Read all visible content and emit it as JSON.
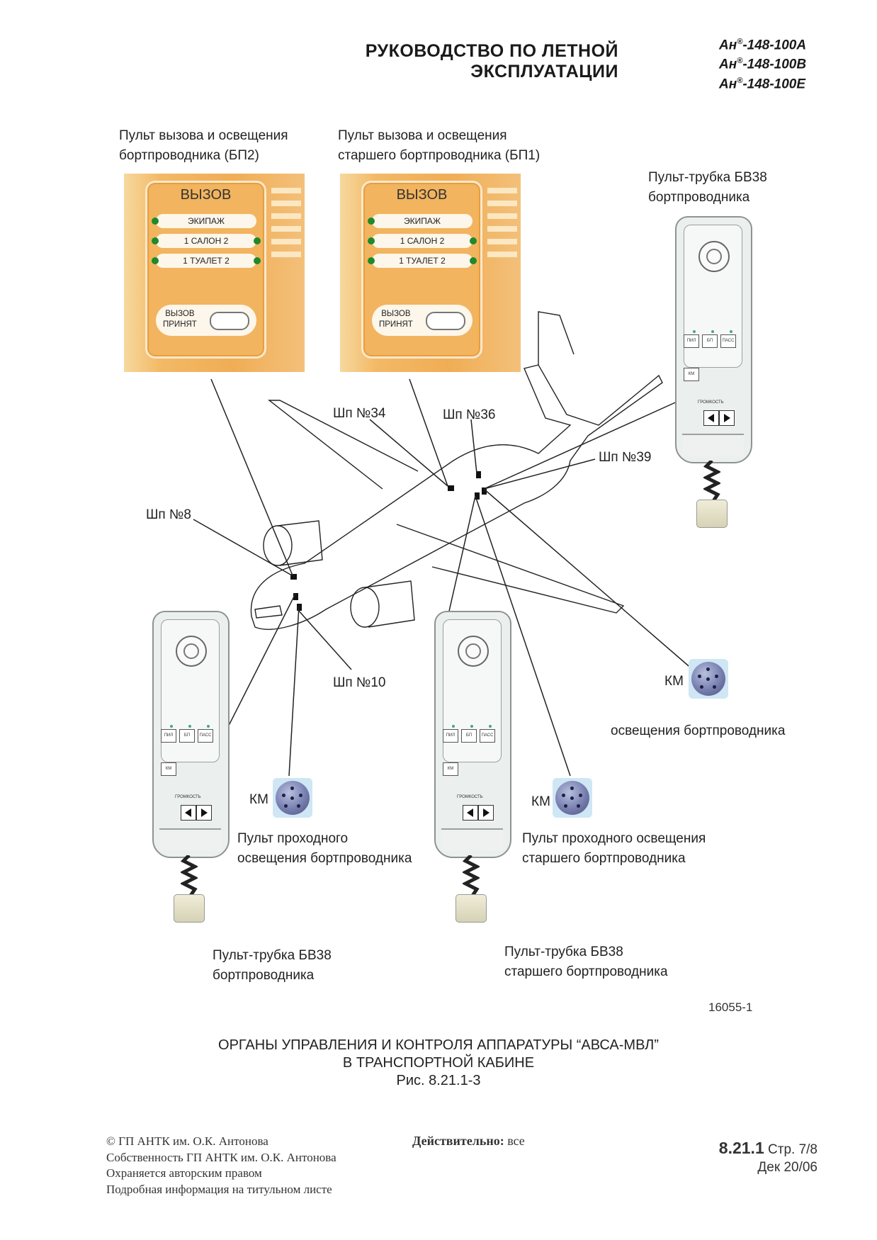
{
  "header": {
    "title_line1": "РУКОВОДСТВО ПО ЛЕТНОЙ",
    "title_line2": "ЭКСПЛУАТАЦИИ",
    "models": [
      {
        "prefix": "Ан",
        "sup": "®",
        "suffix": "-148-100A"
      },
      {
        "prefix": "Ан",
        "sup": "®",
        "suffix": "-148-100B"
      },
      {
        "prefix": "Ан",
        "sup": "®",
        "suffix": "-148-100E"
      }
    ]
  },
  "labels": {
    "bp2_line1": "Пульт вызова и освещения",
    "bp2_line2": "бортпроводника (БП2)",
    "bp1_line1": "Пульт вызова и освещения",
    "bp1_line2": "старшего бортпроводника (БП1)",
    "handset_right_line1": "Пульт-трубка БВ38",
    "handset_right_line2": "бортпроводника",
    "shp34": "Шп №34",
    "shp36": "Шп №36",
    "shp39": "Шп №39",
    "shp8": "Шп №8",
    "shp10": "Шп №10",
    "km": "КМ",
    "light_right": "освещения бортпроводника",
    "pass_light_left_line1": "Пульт проходного",
    "pass_light_left_line2": "освещения бортпроводника",
    "pass_light_senior_line1": "Пульт проходного освещения",
    "pass_light_senior_line2": "старшего бортпроводника",
    "handset_left_line1": "Пульт-трубка БВ38",
    "handset_left_line2": "бортпроводника",
    "handset_senior_line1": "Пульт-трубка БВ38",
    "handset_senior_line2": "старшего  бортпроводника",
    "fig_number": "16055-1"
  },
  "call_panel": {
    "title": "ВЫЗОВ",
    "crew": "ЭКИПАЖ",
    "cabin": "1 САЛОН  2",
    "toilet": "1 ТУАЛЕТ  2",
    "accept_line1": "ВЫЗОВ",
    "accept_line2": "ПРИНЯТ"
  },
  "handset": {
    "btn1": "ПИЛ",
    "btn2": "БП",
    "btn3": "ПАСС",
    "btn_km": "КМ",
    "volume": "ГРОМКОСТЬ"
  },
  "caption": {
    "line1": "ОРГАНЫ УПРАВЛЕНИЯ И КОНТРОЛЯ АППАРАТУРЫ “АВСА-МВЛ”",
    "line2": "В ТРАНСПОРТНОЙ КАБИНЕ",
    "line3": "Рис. 8.21.1-3"
  },
  "footer": {
    "copyright": "© ГП АНТК им. О.К. Антонова",
    "property": "Собственность ГП АНТК им. О.К. Антонова",
    "protected": "Охраняется авторским правом",
    "details": "Подробная информация на титульном листе",
    "valid_label": "Действительно:",
    "valid_value": "все",
    "section": "8.21.1",
    "page": "Стр. 7/8",
    "date": "Дек 20/06"
  },
  "colors": {
    "panel_orange": "#f0ad55",
    "led_green": "#1e8a2a",
    "km_blue": "#7c84b4"
  }
}
